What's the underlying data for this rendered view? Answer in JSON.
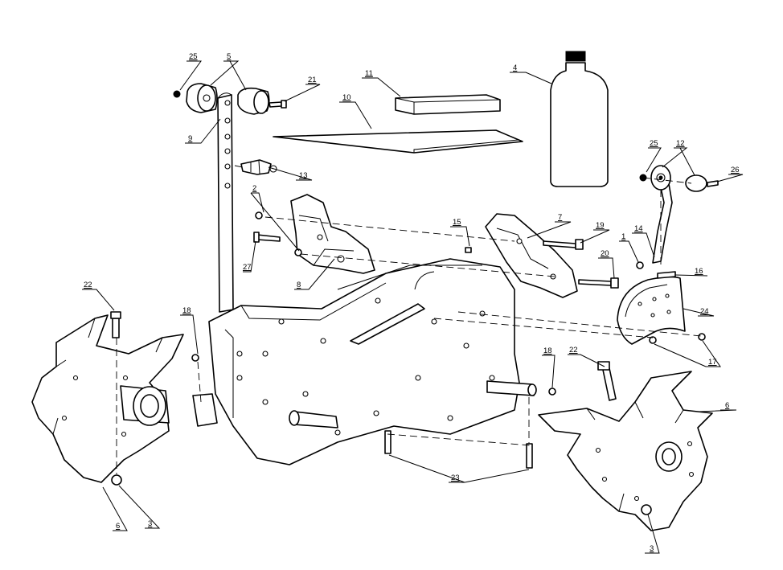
{
  "callouts": [
    {
      "id": "c25a",
      "text": "25"
    },
    {
      "id": "c5",
      "text": "5"
    },
    {
      "id": "c21",
      "text": "21"
    },
    {
      "id": "c9",
      "text": "9"
    },
    {
      "id": "c11",
      "text": "11"
    },
    {
      "id": "c10",
      "text": "10"
    },
    {
      "id": "c4",
      "text": "4"
    },
    {
      "id": "c13",
      "text": "13"
    },
    {
      "id": "c2",
      "text": "2"
    },
    {
      "id": "c15",
      "text": "15"
    },
    {
      "id": "c7",
      "text": "7"
    },
    {
      "id": "c19",
      "text": "19"
    },
    {
      "id": "c25b",
      "text": "25"
    },
    {
      "id": "c12",
      "text": "12"
    },
    {
      "id": "c26",
      "text": "26"
    },
    {
      "id": "c14",
      "text": "14"
    },
    {
      "id": "c1",
      "text": "1"
    },
    {
      "id": "c20",
      "text": "20"
    },
    {
      "id": "c16",
      "text": "16"
    },
    {
      "id": "c27",
      "text": "27"
    },
    {
      "id": "c8",
      "text": "8"
    },
    {
      "id": "c22a",
      "text": "22"
    },
    {
      "id": "c18a",
      "text": "18"
    },
    {
      "id": "c24",
      "text": "24"
    },
    {
      "id": "c17",
      "text": "17"
    },
    {
      "id": "c18b",
      "text": "18"
    },
    {
      "id": "c22b",
      "text": "22"
    },
    {
      "id": "c6a",
      "text": "6"
    },
    {
      "id": "c6b",
      "text": "6"
    },
    {
      "id": "c3a",
      "text": "3"
    },
    {
      "id": "c23",
      "text": "23"
    },
    {
      "id": "c3b",
      "text": "3"
    }
  ]
}
